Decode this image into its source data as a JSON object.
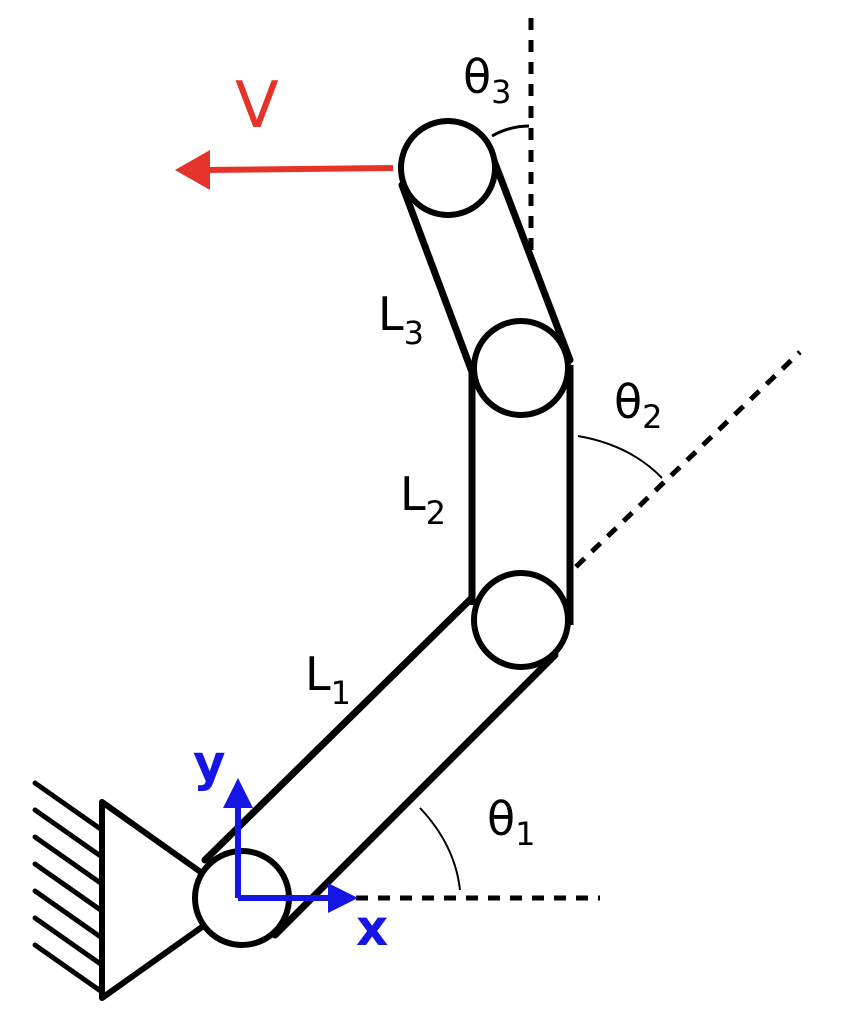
{
  "colors": {
    "line": "#000000",
    "velocity": "#e5332a",
    "axes": "#1515e6",
    "background": "#ffffff"
  },
  "labels": {
    "velocity": "V",
    "link1": {
      "base": "L",
      "sub": "1"
    },
    "link2": {
      "base": "L",
      "sub": "2"
    },
    "link3": {
      "base": "L",
      "sub": "3"
    },
    "theta1": {
      "base": "θ",
      "sub": "1"
    },
    "theta2": {
      "base": "θ",
      "sub": "2"
    },
    "theta3": {
      "base": "θ",
      "sub": "3"
    },
    "x_axis": "x",
    "y_axis": "y"
  }
}
